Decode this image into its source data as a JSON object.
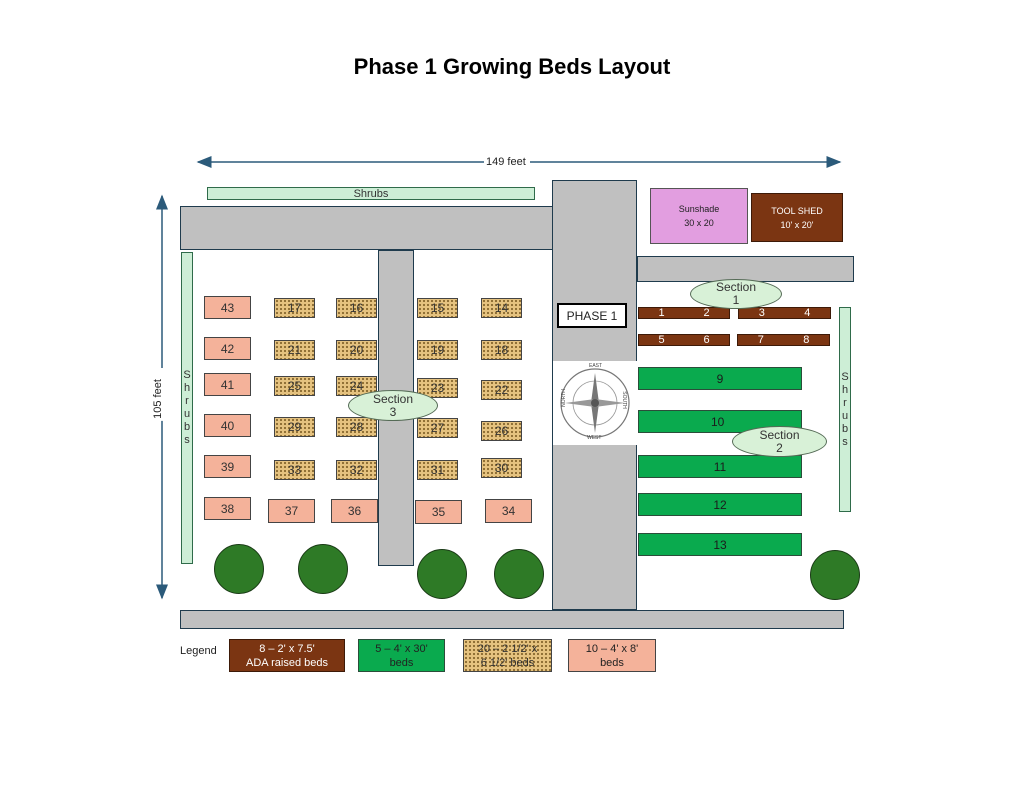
{
  "title": "Phase 1 Growing Beds Layout",
  "width_label": "149 feet",
  "height_label": "105 feet",
  "shrubs_label": "Shrubs",
  "shrubs_vertical": [
    "S",
    "h",
    "r",
    "u",
    "b",
    "s"
  ],
  "phase_label": "PHASE 1",
  "sunshade": {
    "line1": "Sunshade",
    "line2": "30 x 20"
  },
  "tool_shed": {
    "line1": "TOOL SHED",
    "line2": "10' x 20'"
  },
  "sections": {
    "s1": {
      "line1": "Section",
      "line2": "1"
    },
    "s2": {
      "line1": "Section",
      "line2": "2"
    },
    "s3": {
      "line1": "Section",
      "line2": "3"
    }
  },
  "ada_rows": [
    [
      "1",
      "2"
    ],
    [
      "3",
      "4"
    ],
    [
      "5",
      "6"
    ],
    [
      "7",
      "8"
    ]
  ],
  "green_beds": [
    "9",
    "10",
    "11",
    "12",
    "13"
  ],
  "salmon_left": [
    "43",
    "42",
    "41",
    "40",
    "39",
    "38"
  ],
  "dotted_col1": [
    "17",
    "21",
    "25",
    "29",
    "33"
  ],
  "dotted_col2": [
    "16",
    "20",
    "24",
    "28",
    "32"
  ],
  "dotted_col3": [
    "15",
    "19",
    "23",
    "27",
    "31"
  ],
  "dotted_col4": [
    "14",
    "18",
    "22",
    "26",
    "30"
  ],
  "salmon_bottom": [
    "37",
    "36",
    "35",
    "34"
  ],
  "compass": {
    "north": "NORTH",
    "east": "EAST",
    "south": "SOUTH",
    "west": "WEST"
  },
  "legend": {
    "label": "Legend",
    "items": [
      {
        "line1": "8 – 2' x 7.5'",
        "line2": "ADA raised beds"
      },
      {
        "line1": "5 – 4' x 30'",
        "line2": "beds"
      },
      {
        "line1": "20 – 2 1/2' x",
        "line2": "6 1/2' beds"
      },
      {
        "line1": "10 – 4' x 8'",
        "line2": "beds"
      }
    ]
  },
  "colors": {
    "ada": "#7b3512",
    "green_bed": "#0aaa4e",
    "dotted_bed": "#e5c27f",
    "salmon_bed": "#f4b29a",
    "path": "#c0c0c0",
    "shrub": "#cdeed6",
    "tree": "#2e7a26",
    "sunshade": "#e29ee0",
    "arrow": "#2b5a7a"
  }
}
